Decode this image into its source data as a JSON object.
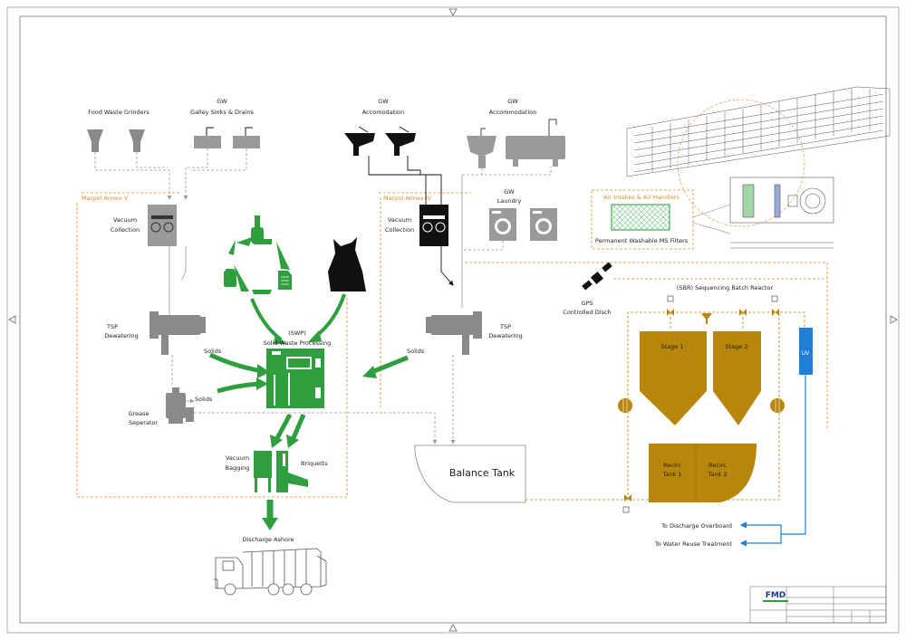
{
  "colors": {
    "green": "#2e9e3f",
    "gold": "#b8860b",
    "orange": "#d98b2b",
    "blue": "#1f7fd6",
    "grey": "#8a8a8a",
    "dark": "#111111"
  },
  "labels": {
    "food_waste_grinders": "Food Waste Grinders",
    "gw_galley_title": "GW",
    "gw_galley_sub": "Galley Sinks & Drains",
    "gw_accom1_title": "GW",
    "gw_accom1_sub": "Accomodation",
    "gw_accom2_title": "GW",
    "gw_accom2_sub": "Accommodation",
    "gw_laundry_title": "GW",
    "gw_laundry_sub": "Laundry",
    "marpol_v": "Marpol Annex V",
    "marpol_iv": "Marpol Annex IV",
    "vacuum_collection_left_1": "Vacuum",
    "vacuum_collection_left_2": "Collection",
    "vacuum_collection_right_1": "Vacuum",
    "vacuum_collection_right_2": "Collection",
    "tsp_left_1": "TSP",
    "tsp_left_2": "Dewatering",
    "tsp_right_1": "TSP",
    "tsp_right_2": "Dewatering",
    "solids_1": "Solids",
    "solids_2": "Solids",
    "solids_3": "Solids",
    "grease_1": "Grease",
    "grease_2": "Seperator",
    "swp_1": "(SWP)",
    "swp_2": "Solid Waste Processing",
    "vacuum_bagging_1": "Vacuum",
    "vacuum_bagging_2": "Bagging",
    "briquetts": "Briquetts",
    "discharge_ashore": "Discharge Ashore",
    "balance_tank": "Balance Tank",
    "air_intakes": "Air Intakes & Air Handlers",
    "ms_filters": "Permanent Washable MS Filters",
    "gps_1": "GPS",
    "gps_2": "Controlled Disch",
    "sbr": "(SBR) Sequencing Batch Reactor",
    "stage1": "Stage 1",
    "stage2": "Stage 2",
    "recirc1_1": "Recirc",
    "recirc1_2": "Tank 1",
    "recirc2_1": "Recirc",
    "recirc2_2": "Tank 2",
    "uv": "UV",
    "to_overboard": "To Discharge Overboard",
    "to_reuse": "To Water Reuse Treatment",
    "fmd_logo": "FMD"
  }
}
